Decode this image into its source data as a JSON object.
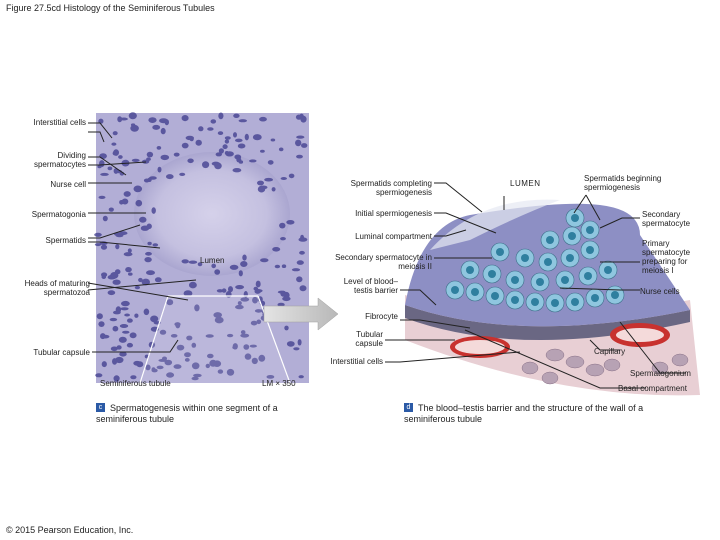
{
  "title": "Figure 27.5cd Histology of the Seminiferous Tubules",
  "copyright": "© 2015 Pearson Education, Inc.",
  "left_panel": {
    "labels": {
      "interstitial_cells": "Interstitial cells",
      "dividing_spermatocytes": "Dividing spermatocytes",
      "nurse_cell": "Nurse cell",
      "spermatogonia": "Spermatogonia",
      "spermatids": "Spermatids",
      "lumen": "Lumen",
      "heads_of_spermatozoa": "Heads of maturing spermatozoa",
      "tubular_capsule": "Tubular capsule",
      "seminiferous_tubule": "Seminiferous tubule",
      "magnification": "LM × 350"
    },
    "caption_marker": "c",
    "caption": "Spermatogenesis within one segment of a seminiferous tubule"
  },
  "right_panel": {
    "labels": {
      "spermatids_completing": "Spermatids completing spermiogenesis",
      "lumen": "LUMEN",
      "spermatids_beginning": "Spermatids beginning spermiogenesis",
      "initial_spermiogenesis": "Initial spermiogenesis",
      "secondary_spermatocyte": "Secondary spermatocyte",
      "luminal_compartment": "Luminal compartment",
      "primary_spermatocyte": "Primary spermatocyte preparing for meiosis I",
      "secondary_meiosis_ii": "Secondary spermatocyte in meiosis II",
      "blood_testis_barrier": "Level of blood–testis barrier",
      "nurse_cells": "Nurse cells",
      "fibrocyte": "Fibrocyte",
      "tubular_capsule": "Tubular capsule",
      "capillary": "Capillary",
      "interstitial_cells": "Interstitial cells",
      "spermatogonium": "Spermatogonium",
      "basal_compartment": "Basal compartment"
    },
    "caption_marker": "d",
    "caption": "The blood–testis barrier and the structure of the wall of a seminiferous tubule"
  },
  "colors": {
    "histology_bg": "#b7b5d8",
    "lumen": "#cfcbe6",
    "cell_blue": "#8fc6df",
    "nucleus": "#2f7f9f",
    "capillary": "#c8322f",
    "capsule": "#5a5775",
    "marker": "#2b5aa6"
  }
}
